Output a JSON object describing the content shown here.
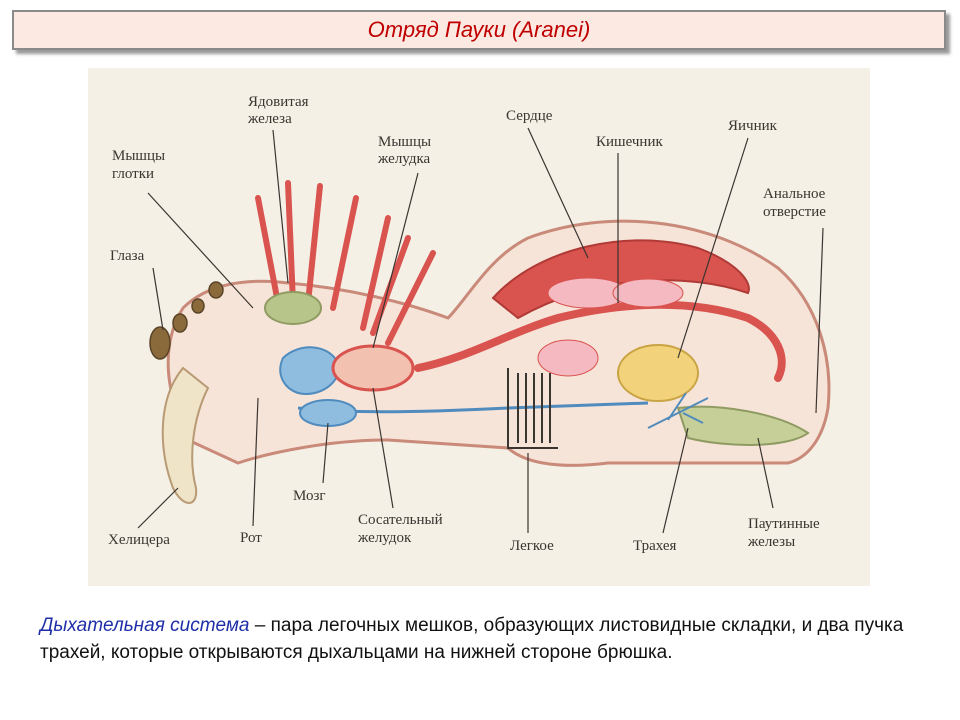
{
  "title": "Отряд Пауки (Aranei)",
  "labels": {
    "yad_zheleza_1": "Ядовитая",
    "yad_zheleza_2": "железа",
    "myshcy_zheludka_1": "Мышцы",
    "myshcy_zheludka_2": "желудка",
    "serdce": "Сердце",
    "kishechnik": "Кишечник",
    "yaichnik": "Яичник",
    "myshcy_glotki_1": "Мышцы",
    "myshcy_glotki_2": "глотки",
    "analnoe_1": "Анальное",
    "analnoe_2": "отверстие",
    "glaza": "Глаза",
    "mozg": "Мозг",
    "helicera": "Хелицера",
    "rot": "Рот",
    "sosatelny_1": "Сосательный",
    "sosatelny_2": "желудок",
    "legkoe": "Легкое",
    "traheya": "Трахея",
    "pautinnye_1": "Паутинные",
    "pautinnye_2": "железы"
  },
  "caption": {
    "term": "Дыхательная система",
    "text": " – пара легочных мешков, образующих листовидные складки, и два пучка трахей, которые открываются дыхальцами на нижней стороне брюшка."
  },
  "colors": {
    "title_text": "#c00000",
    "title_bg": "#fbe9e2",
    "term": "#1f2fa8",
    "figure_bg": "#f4f0e6",
    "organ_red": "#d9534f",
    "nerve_blue": "#7fb3da",
    "gland_green": "#b7c48a",
    "ovary_yellow": "#f2d27a"
  }
}
